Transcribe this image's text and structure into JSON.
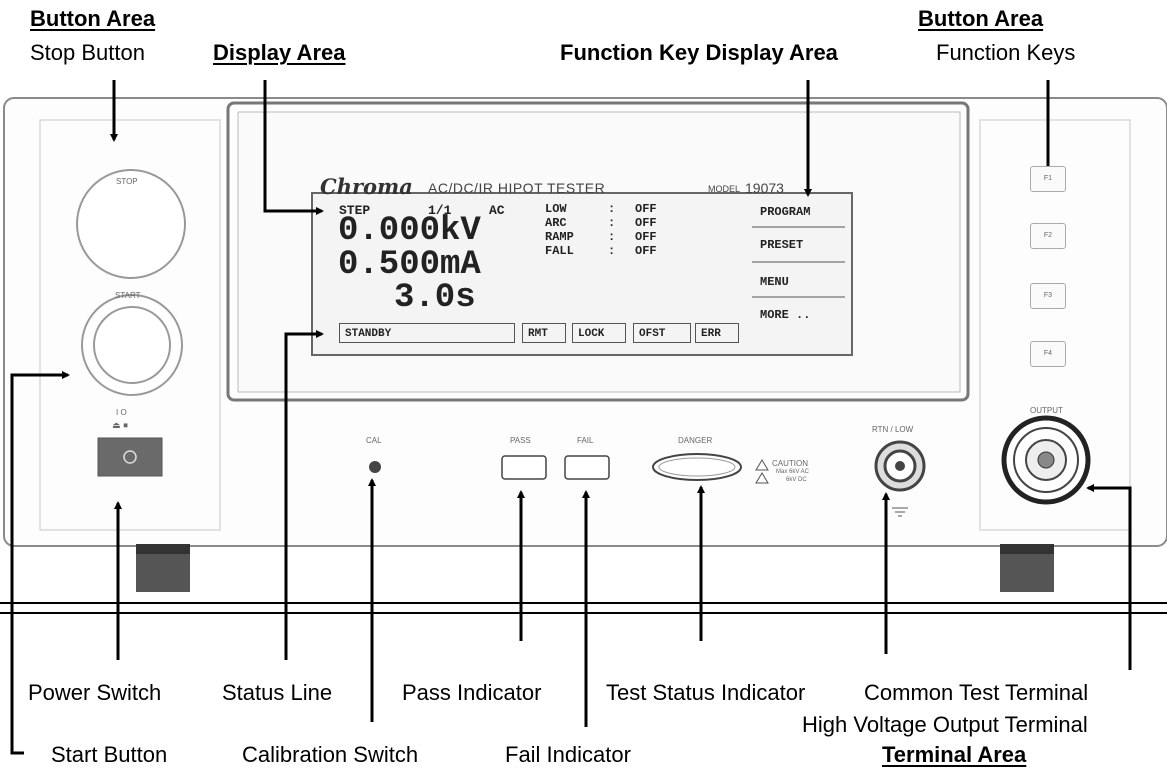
{
  "labels": {
    "button_area_left": "Button Area",
    "stop_button": "Stop Button",
    "display_area": "Display Area",
    "function_key_display_area": "Function Key Display Area",
    "button_area_right": "Button Area",
    "function_keys": "Function Keys",
    "power_switch": "Power Switch",
    "status_line": "Status Line",
    "pass_indicator": "Pass Indicator",
    "test_status_indicator": "Test Status Indicator",
    "common_test_terminal": "Common Test Terminal",
    "high_voltage_output_terminal": "High Voltage Output Terminal",
    "start_button": "Start Button",
    "calibration_switch": "Calibration Switch",
    "fail_indicator": "Fail Indicator",
    "terminal_area": "Terminal Area"
  },
  "panel": {
    "brand": "Chroma",
    "model_title": "AC/DC/IR HIPOT TESTER",
    "model_word": "MODEL",
    "model_number": "19073",
    "stop_label": "STOP",
    "start_label": "START",
    "power_marks": "I  O",
    "cal_label": "CAL",
    "pass_label": "PASS",
    "fail_label": "FAIL",
    "danger_label": "DANGER",
    "caution_label": "CAUTION",
    "caution_sub1": "Max 6kV AC",
    "caution_sub2": "6kV DC",
    "rtn_label": "RTN / LOW",
    "output_label": "OUTPUT",
    "fkeys": [
      "F1",
      "F2",
      "F3",
      "F4"
    ]
  },
  "lcd": {
    "step_label": "STEP",
    "step_value": "1/1",
    "mode": "AC",
    "voltage": "0.000kV",
    "current": "0.500mA",
    "time": "3.0s",
    "settings": [
      {
        "name": "LOW",
        "value": "OFF"
      },
      {
        "name": "ARC",
        "value": "OFF"
      },
      {
        "name": "RAMP",
        "value": "OFF"
      },
      {
        "name": "FALL",
        "value": "OFF"
      }
    ],
    "softkeys": [
      "PROGRAM",
      "PRESET",
      "MENU",
      "MORE .."
    ],
    "status": "STANDBY",
    "status_flags": [
      "RMT",
      "LOCK",
      "OFST",
      "ERR"
    ]
  },
  "colors": {
    "panel_border": "#8a8a8a",
    "panel_fill": "#fdfdfd",
    "lcd_fill": "#f4f4f4",
    "button_dark": "#6a6a6a"
  }
}
